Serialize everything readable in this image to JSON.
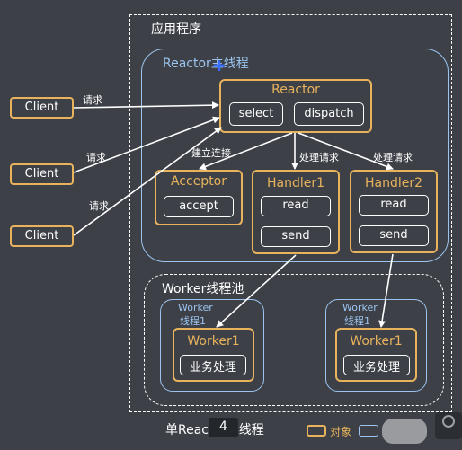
{
  "app": {
    "title": "应用程序",
    "reactor_thread": "Reactor主线程",
    "worker_pool": "Worker线程池",
    "caption": "单Reactor多线程",
    "page_number": "4"
  },
  "clients": [
    "Client",
    "Client",
    "Client"
  ],
  "requests": [
    "请求",
    "请求",
    "请求"
  ],
  "reactor": {
    "title": "Reactor",
    "select": "select",
    "dispatch": "dispatch"
  },
  "edges": {
    "acceptor": "建立连接",
    "handler1": "处理请求",
    "handler2": "处理请求"
  },
  "acceptor": {
    "title": "Acceptor",
    "method": "accept"
  },
  "handler1": {
    "title": "Handler1",
    "read": "read",
    "send": "send"
  },
  "handler2": {
    "title": "Handler2",
    "read": "read",
    "send": "send"
  },
  "workers": [
    {
      "thread_line1": "Worker",
      "thread_line2": "线程1",
      "title": "Worker1",
      "task": "业务处理"
    },
    {
      "thread_line1": "Worker",
      "thread_line2": "线程1",
      "title": "Worker1",
      "task": "业务处理"
    }
  ],
  "legend": {
    "object": "对象"
  },
  "colors": {
    "background": "#3d4147",
    "object": "#e8b35c",
    "thread": "#9cc4f0"
  }
}
